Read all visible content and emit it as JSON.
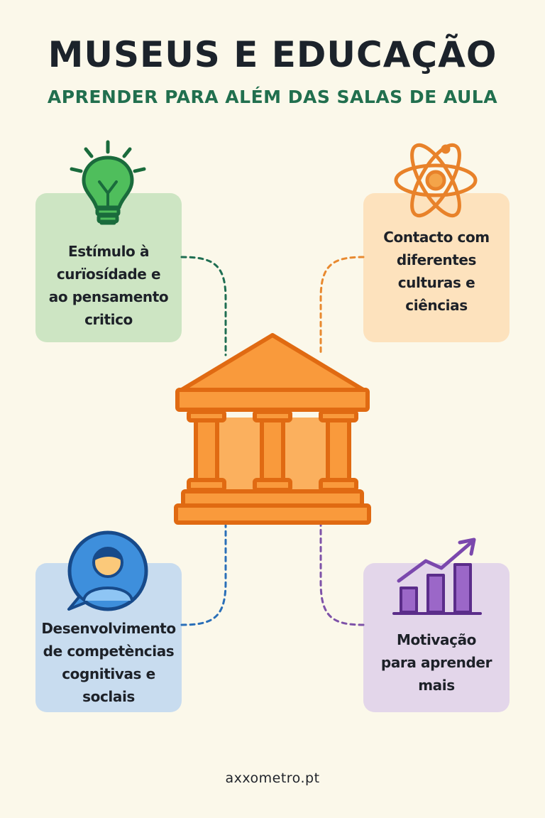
{
  "header": {
    "title": "MUSEUS E EDUCAÇÃO",
    "subtitle": "APRENDER PARA ALÉM DAS SALAS DE AULA"
  },
  "cards": {
    "top_left": {
      "text": "Estímulo à\ncurïosídade e\nao pensamento\ncritico",
      "icon": "lightbulb-icon",
      "color": "#cde5c3"
    },
    "top_right": {
      "text": "Contacto com\ndiferentes\nculturas e\nciências",
      "icon": "atom-icon",
      "color": "#fde2bd"
    },
    "bottom_left": {
      "text": "Desenvolvimento\nde competèncias\ncognitivas e\nsoclais",
      "icon": "person-speech-icon",
      "color": "#c8dcef"
    },
    "bottom_right": {
      "text": "Motivação\npara aprender\nmais",
      "icon": "growth-chart-icon",
      "color": "#e3d6ea"
    }
  },
  "center": {
    "icon": "museum-icon"
  },
  "colors": {
    "green": "#1f6e52",
    "orange": "#e8892f",
    "blue": "#2a6fb8",
    "purple": "#7e52a8"
  },
  "footer": {
    "text": "axxometro.pt"
  }
}
